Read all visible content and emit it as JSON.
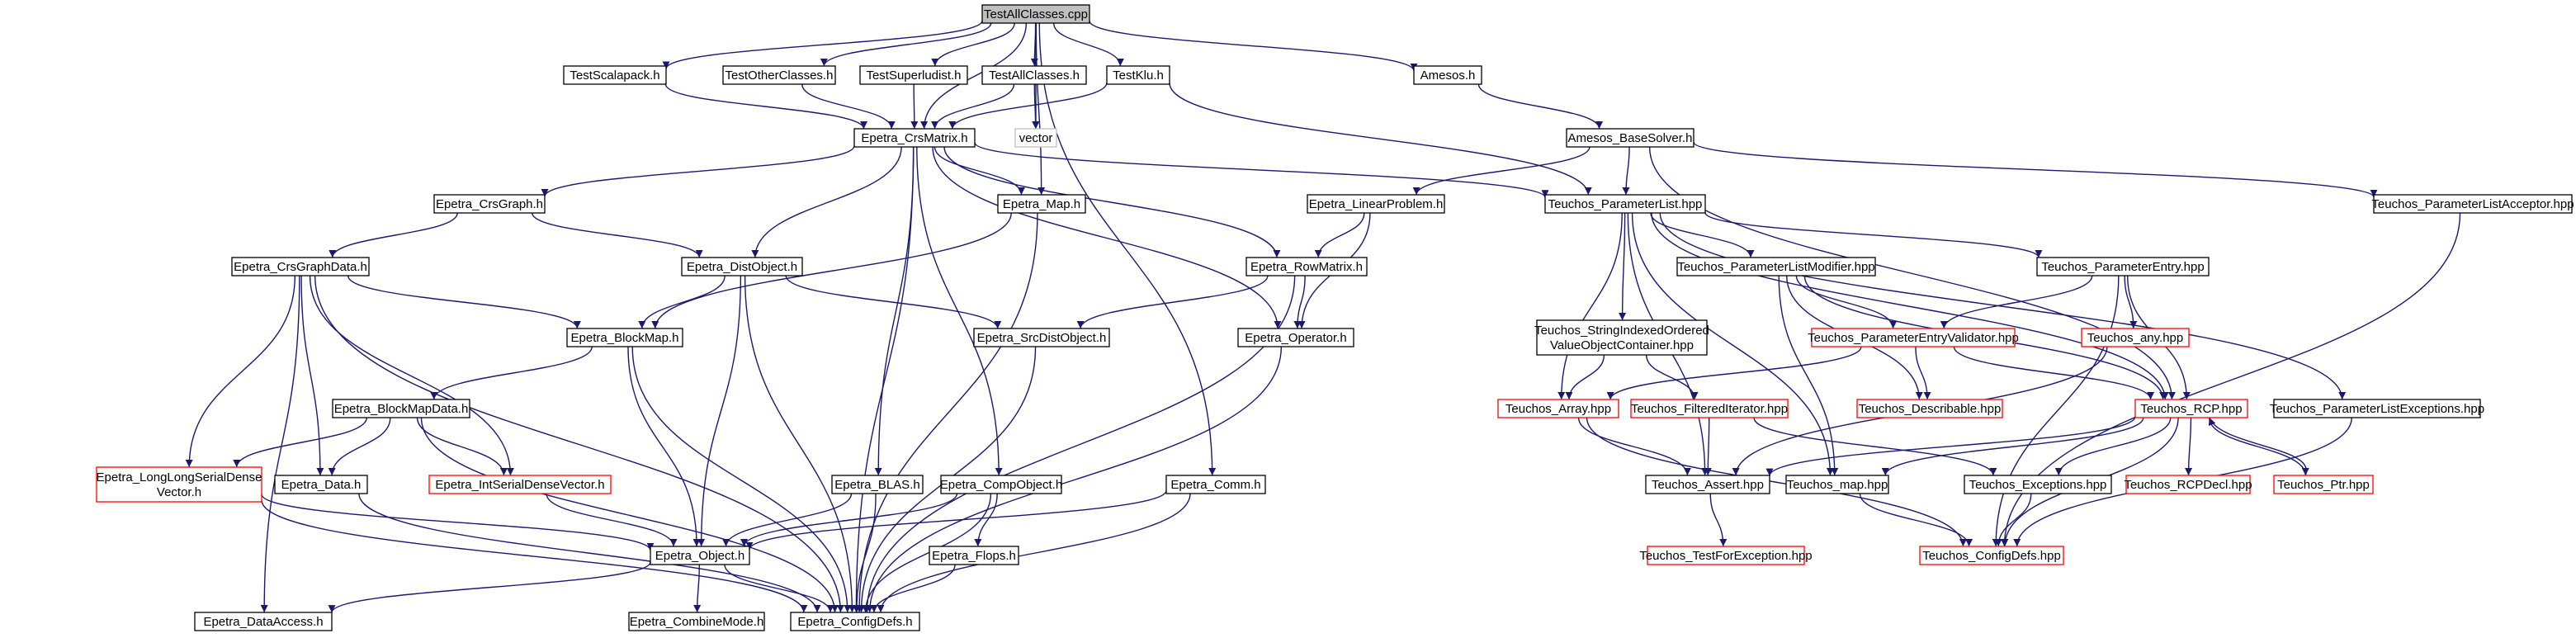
{
  "colors": {
    "edge": "#191970",
    "normal_border": "#000000",
    "missing_border": "#ff0000",
    "external_border": "#bfbfbf",
    "root_fill": "#bfbfbf",
    "fill": "#ffffff"
  },
  "nodes": [
    {
      "id": "root",
      "lines": [
        "TestAllClasses.cpp"
      ],
      "style": "root"
    },
    {
      "id": "testscalapack",
      "lines": [
        "TestScalapack.h"
      ],
      "style": "normal"
    },
    {
      "id": "testotherclasses",
      "lines": [
        "TestOtherClasses.h"
      ],
      "style": "normal"
    },
    {
      "id": "testsuperludist",
      "lines": [
        "TestSuperludist.h"
      ],
      "style": "normal"
    },
    {
      "id": "testallclasses_h",
      "lines": [
        "TestAllClasses.h"
      ],
      "style": "normal"
    },
    {
      "id": "testklu",
      "lines": [
        "TestKlu.h"
      ],
      "style": "normal"
    },
    {
      "id": "amesos_h",
      "lines": [
        "Amesos.h"
      ],
      "style": "normal"
    },
    {
      "id": "vector",
      "lines": [
        "vector"
      ],
      "style": "external"
    },
    {
      "id": "crsmatrix",
      "lines": [
        "Epetra_CrsMatrix.h"
      ],
      "style": "normal"
    },
    {
      "id": "basesolver",
      "lines": [
        "Amesos_BaseSolver.h"
      ],
      "style": "normal"
    },
    {
      "id": "crsgraph",
      "lines": [
        "Epetra_CrsGraph.h"
      ],
      "style": "normal"
    },
    {
      "id": "map",
      "lines": [
        "Epetra_Map.h"
      ],
      "style": "normal"
    },
    {
      "id": "linearproblem",
      "lines": [
        "Epetra_LinearProblem.h"
      ],
      "style": "normal"
    },
    {
      "id": "paramlist",
      "lines": [
        "Teuchos_ParameterList.hpp"
      ],
      "style": "normal"
    },
    {
      "id": "paramlistacceptor",
      "lines": [
        "Teuchos_ParameterListAcceptor.hpp"
      ],
      "style": "normal"
    },
    {
      "id": "crsgraphdata",
      "lines": [
        "Epetra_CrsGraphData.h"
      ],
      "style": "normal"
    },
    {
      "id": "distobject",
      "lines": [
        "Epetra_DistObject.h"
      ],
      "style": "normal"
    },
    {
      "id": "rowmatrix",
      "lines": [
        "Epetra_RowMatrix.h"
      ],
      "style": "normal"
    },
    {
      "id": "paramlistmodifier",
      "lines": [
        "Teuchos_ParameterListModifier.hpp"
      ],
      "style": "normal"
    },
    {
      "id": "paramentry",
      "lines": [
        "Teuchos_ParameterEntry.hpp"
      ],
      "style": "normal"
    },
    {
      "id": "blockmap",
      "lines": [
        "Epetra_BlockMap.h"
      ],
      "style": "normal"
    },
    {
      "id": "srcdistobject",
      "lines": [
        "Epetra_SrcDistObject.h"
      ],
      "style": "normal"
    },
    {
      "id": "operator",
      "lines": [
        "Epetra_Operator.h"
      ],
      "style": "normal"
    },
    {
      "id": "stringindexed",
      "lines": [
        "Teuchos_StringIndexedOrdered",
        "ValueObjectContainer.hpp"
      ],
      "style": "normal"
    },
    {
      "id": "paramentryvalidator",
      "lines": [
        "Teuchos_ParameterEntryValidator.hpp"
      ],
      "style": "missing"
    },
    {
      "id": "teuchos_any",
      "lines": [
        "Teuchos_any.hpp"
      ],
      "style": "missing"
    },
    {
      "id": "blockmapdata",
      "lines": [
        "Epetra_BlockMapData.h"
      ],
      "style": "normal"
    },
    {
      "id": "teuchos_array",
      "lines": [
        "Teuchos_Array.hpp"
      ],
      "style": "missing"
    },
    {
      "id": "filterediterator",
      "lines": [
        "Teuchos_FilteredIterator.hpp"
      ],
      "style": "missing"
    },
    {
      "id": "describable",
      "lines": [
        "Teuchos_Describable.hpp"
      ],
      "style": "missing"
    },
    {
      "id": "rcp",
      "lines": [
        "Teuchos_RCP.hpp"
      ],
      "style": "missing"
    },
    {
      "id": "paramlistexceptions",
      "lines": [
        "Teuchos_ParameterListExceptions.hpp"
      ],
      "style": "normal"
    },
    {
      "id": "longlongserialdense",
      "lines": [
        "Epetra_LongLongSerialDense",
        "Vector.h"
      ],
      "style": "missing"
    },
    {
      "id": "data",
      "lines": [
        "Epetra_Data.h"
      ],
      "style": "normal"
    },
    {
      "id": "intserialdense",
      "lines": [
        "Epetra_IntSerialDenseVector.h"
      ],
      "style": "missing"
    },
    {
      "id": "blas",
      "lines": [
        "Epetra_BLAS.h"
      ],
      "style": "normal"
    },
    {
      "id": "compobject",
      "lines": [
        "Epetra_CompObject.h"
      ],
      "style": "normal"
    },
    {
      "id": "comm",
      "lines": [
        "Epetra_Comm.h"
      ],
      "style": "normal"
    },
    {
      "id": "teuchos_assert",
      "lines": [
        "Teuchos_Assert.hpp"
      ],
      "style": "normal"
    },
    {
      "id": "teuchos_map",
      "lines": [
        "Teuchos_map.hpp"
      ],
      "style": "normal"
    },
    {
      "id": "exceptions",
      "lines": [
        "Teuchos_Exceptions.hpp"
      ],
      "style": "normal"
    },
    {
      "id": "rcpdecl",
      "lines": [
        "Teuchos_RCPDecl.hpp"
      ],
      "style": "missing"
    },
    {
      "id": "ptr",
      "lines": [
        "Teuchos_Ptr.hpp"
      ],
      "style": "missing"
    },
    {
      "id": "object",
      "lines": [
        "Epetra_Object.h"
      ],
      "style": "normal"
    },
    {
      "id": "flops",
      "lines": [
        "Epetra_Flops.h"
      ],
      "style": "normal"
    },
    {
      "id": "testforexception",
      "lines": [
        "Teuchos_TestForException.hpp"
      ],
      "style": "missing"
    },
    {
      "id": "configdefs_teuchos",
      "lines": [
        "Teuchos_ConfigDefs.hpp"
      ],
      "style": "missing"
    },
    {
      "id": "dataaccess",
      "lines": [
        "Epetra_DataAccess.h"
      ],
      "style": "normal"
    },
    {
      "id": "combinemode",
      "lines": [
        "Epetra_CombineMode.h"
      ],
      "style": "normal"
    },
    {
      "id": "configdefs",
      "lines": [
        "Epetra_ConfigDefs.h"
      ],
      "style": "normal"
    }
  ],
  "edges": [
    [
      "root",
      "testscalapack"
    ],
    [
      "root",
      "testotherclasses"
    ],
    [
      "root",
      "testsuperludist"
    ],
    [
      "root",
      "testallclasses_h"
    ],
    [
      "root",
      "testklu"
    ],
    [
      "root",
      "amesos_h"
    ],
    [
      "root",
      "crsmatrix"
    ],
    [
      "root",
      "map"
    ],
    [
      "root",
      "comm"
    ],
    [
      "root",
      "vector"
    ],
    [
      "testscalapack",
      "crsmatrix"
    ],
    [
      "testotherclasses",
      "crsmatrix"
    ],
    [
      "testsuperludist",
      "crsmatrix"
    ],
    [
      "testallclasses_h",
      "crsmatrix"
    ],
    [
      "testallclasses_h",
      "vector"
    ],
    [
      "testklu",
      "crsmatrix"
    ],
    [
      "testklu",
      "paramlist"
    ],
    [
      "amesos_h",
      "basesolver"
    ],
    [
      "basesolver",
      "linearproblem"
    ],
    [
      "basesolver",
      "paramlist"
    ],
    [
      "basesolver",
      "paramlistacceptor"
    ],
    [
      "basesolver",
      "rcp"
    ],
    [
      "crsmatrix",
      "crsgraph"
    ],
    [
      "crsmatrix",
      "map"
    ],
    [
      "crsmatrix",
      "distobject"
    ],
    [
      "crsmatrix",
      "rowmatrix"
    ],
    [
      "crsmatrix",
      "operator"
    ],
    [
      "crsmatrix",
      "blas"
    ],
    [
      "crsmatrix",
      "compobject"
    ],
    [
      "crsmatrix",
      "configdefs"
    ],
    [
      "crsmatrix",
      "paramlist"
    ],
    [
      "crsgraph",
      "crsgraphdata"
    ],
    [
      "crsgraph",
      "distobject"
    ],
    [
      "map",
      "blockmap"
    ],
    [
      "map",
      "configdefs"
    ],
    [
      "linearproblem",
      "rowmatrix"
    ],
    [
      "linearproblem",
      "operator"
    ],
    [
      "paramlist",
      "paramlistmodifier"
    ],
    [
      "paramlist",
      "paramentry"
    ],
    [
      "paramlist",
      "stringindexed"
    ],
    [
      "paramlist",
      "teuchos_array"
    ],
    [
      "paramlist",
      "teuchos_assert"
    ],
    [
      "paramlist",
      "teuchos_map"
    ],
    [
      "paramlist",
      "paramlistexceptions"
    ],
    [
      "paramlist",
      "rcp"
    ],
    [
      "paramlistacceptor",
      "configdefs_teuchos"
    ],
    [
      "crsgraphdata",
      "blockmap"
    ],
    [
      "crsgraphdata",
      "data"
    ],
    [
      "crsgraphdata",
      "longlongserialdense"
    ],
    [
      "crsgraphdata",
      "intserialdense"
    ],
    [
      "crsgraphdata",
      "dataaccess"
    ],
    [
      "crsgraphdata",
      "configdefs"
    ],
    [
      "distobject",
      "blockmap"
    ],
    [
      "distobject",
      "srcdistobject"
    ],
    [
      "distobject",
      "object"
    ],
    [
      "distobject",
      "configdefs"
    ],
    [
      "rowmatrix",
      "operator"
    ],
    [
      "rowmatrix",
      "srcdistobject"
    ],
    [
      "rowmatrix",
      "configdefs"
    ],
    [
      "paramlistmodifier",
      "paramentryvalidator"
    ],
    [
      "paramlistmodifier",
      "describable"
    ],
    [
      "paramlistmodifier",
      "rcp"
    ],
    [
      "paramlistmodifier",
      "teuchos_map"
    ],
    [
      "paramentry",
      "paramentryvalidator"
    ],
    [
      "paramentry",
      "teuchos_any"
    ],
    [
      "paramentry",
      "rcp"
    ],
    [
      "paramentry",
      "configdefs_teuchos"
    ],
    [
      "blockmap",
      "blockmapdata"
    ],
    [
      "blockmap",
      "object"
    ],
    [
      "blockmap",
      "configdefs"
    ],
    [
      "srcdistobject",
      "configdefs"
    ],
    [
      "operator",
      "configdefs"
    ],
    [
      "stringindexed",
      "teuchos_array"
    ],
    [
      "stringindexed",
      "filterediterator"
    ],
    [
      "paramentryvalidator",
      "describable"
    ],
    [
      "paramentryvalidator",
      "rcp"
    ],
    [
      "paramentryvalidator",
      "teuchos_array"
    ],
    [
      "teuchos_any",
      "teuchos_assert"
    ],
    [
      "blockmapdata",
      "data"
    ],
    [
      "blockmapdata",
      "longlongserialdense"
    ],
    [
      "blockmapdata",
      "intserialdense"
    ],
    [
      "blockmapdata",
      "configdefs"
    ],
    [
      "teuchos_array",
      "teuchos_assert"
    ],
    [
      "teuchos_array",
      "configdefs_teuchos"
    ],
    [
      "filterediterator",
      "teuchos_assert"
    ],
    [
      "filterediterator",
      "exceptions"
    ],
    [
      "rcp",
      "teuchos_assert"
    ],
    [
      "rcp",
      "teuchos_map"
    ],
    [
      "rcp",
      "exceptions"
    ],
    [
      "rcp",
      "rcpdecl"
    ],
    [
      "rcp",
      "ptr"
    ],
    [
      "rcp",
      "configdefs_teuchos"
    ],
    [
      "ptr",
      "rcp"
    ],
    [
      "paramlistexceptions",
      "configdefs_teuchos"
    ],
    [
      "longlongserialdense",
      "object"
    ],
    [
      "longlongserialdense",
      "configdefs"
    ],
    [
      "data",
      "configdefs"
    ],
    [
      "intserialdense",
      "object"
    ],
    [
      "blas",
      "object"
    ],
    [
      "blas",
      "configdefs"
    ],
    [
      "compobject",
      "object"
    ],
    [
      "compobject",
      "flops"
    ],
    [
      "compobject",
      "configdefs"
    ],
    [
      "comm",
      "object"
    ],
    [
      "comm",
      "configdefs"
    ],
    [
      "teuchos_assert",
      "testforexception"
    ],
    [
      "teuchos_map",
      "configdefs_teuchos"
    ],
    [
      "exceptions",
      "configdefs_teuchos"
    ],
    [
      "object",
      "dataaccess"
    ],
    [
      "object",
      "combinemode"
    ],
    [
      "object",
      "configdefs"
    ],
    [
      "flops",
      "configdefs"
    ]
  ]
}
